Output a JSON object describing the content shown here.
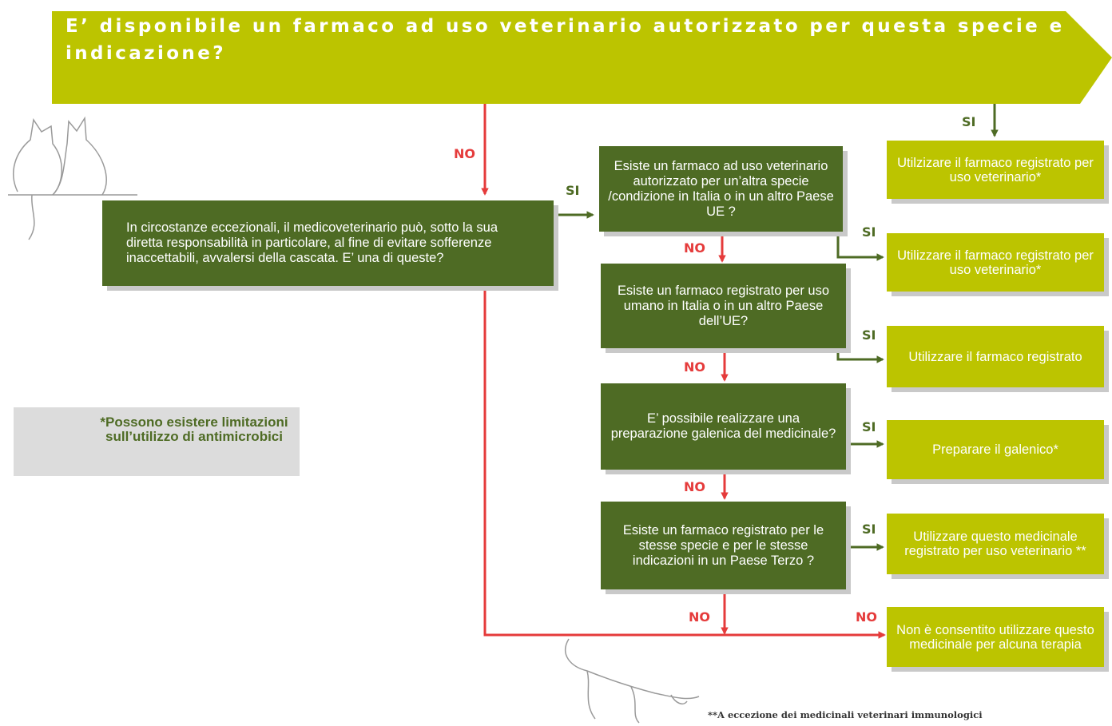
{
  "title": "E’ disponibile un farmaco ad uso veterinario autorizzato per questa specie e indicazione?",
  "labels": {
    "si": "SI",
    "no": "NO"
  },
  "question_cascade": "In circostanze eccezionali, il medicoveterinario può, sotto la sua diretta responsabilità in particolare, al fine di evitare sofferenze inaccettabili, avvalersi della cascata. E’ una di queste?",
  "questions": [
    "Esiste un farmaco ad uso veterinario autorizzato per un’altra specie /condizione in Italia o in un altro Paese UE ?",
    "Esiste un farmaco registrato per uso umano in Italia o in un altro Paese dell’UE?",
    "E’ possibile realizzare una preparazione galenica del medicinale?",
    "Esiste un farmaco registrato per le stesse specie e per le stesse indicazioni in un Paese Terzo ?"
  ],
  "outcomes": [
    "Utilzizare il farmaco registrato per uso veterinario*",
    "Utilizzare il farmaco registrato per uso veterinario*",
    "Utilizzare il farmaco registrato",
    "Preparare il galenico*",
    "Utilizzare questo medicinale registrato per uso veterinario **",
    "Non è consentito utilizzare questo medicinale per alcuna terapia"
  ],
  "note": "*Possono esistere limitazioni sull’utilizzo di antimicrobici",
  "footnote": "**A eccezione dei medicinali veterinari immunologici",
  "colors": {
    "dark_green": "#4e6b24",
    "lime": "#bcc400",
    "red": "#e53b3b",
    "note_gray": "#dcdcdc"
  }
}
